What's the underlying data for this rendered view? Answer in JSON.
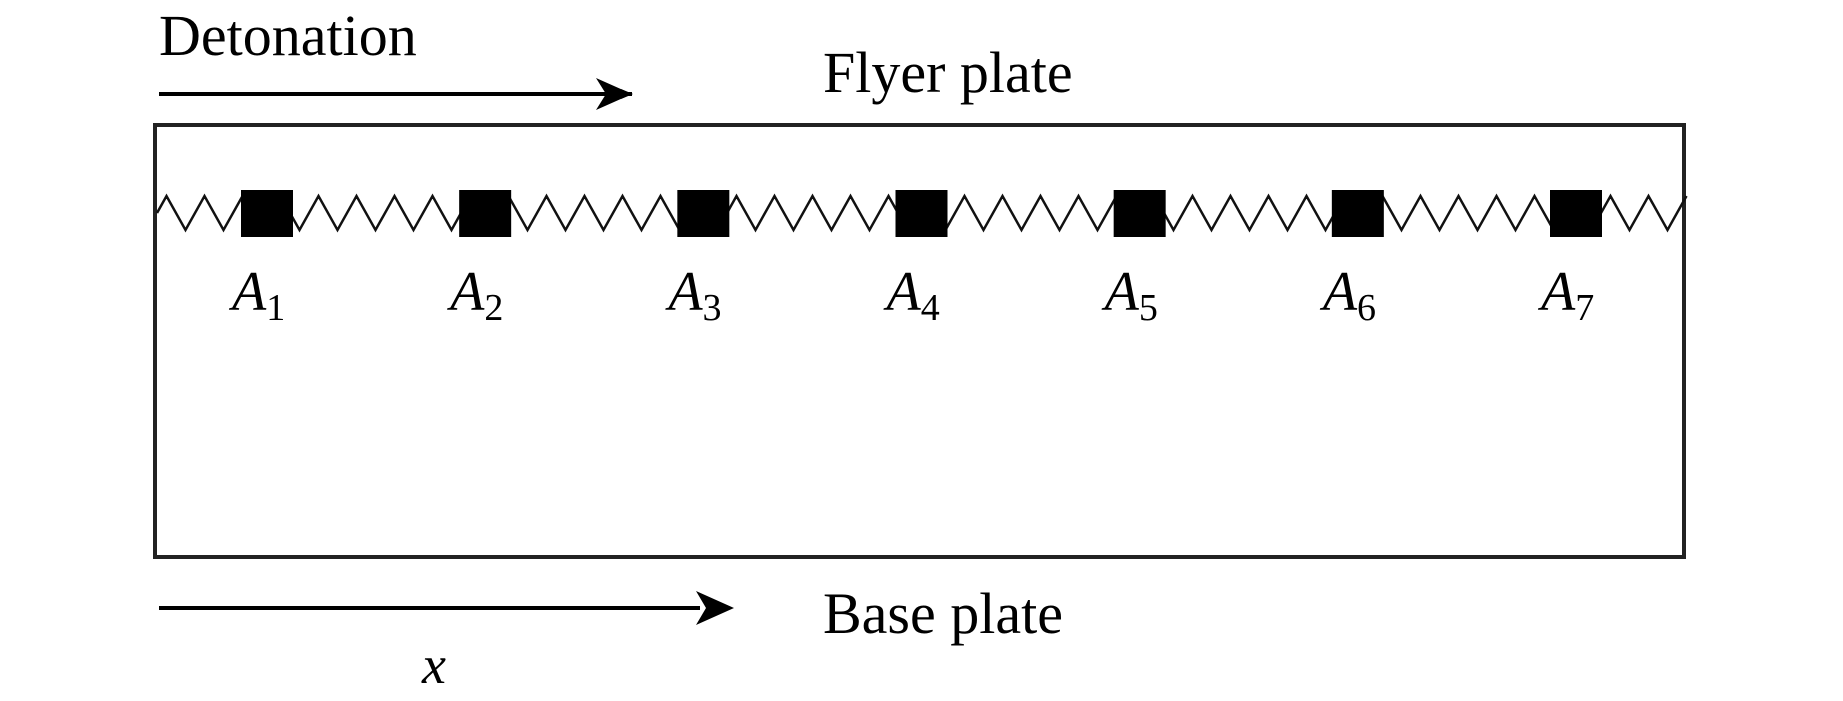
{
  "labels": {
    "detonation": "Detonation",
    "flyer_plate": "Flyer plate",
    "base_plate": "Base plate",
    "x_axis": "x"
  },
  "points": [
    {
      "letter": "A",
      "sub": "1"
    },
    {
      "letter": "A",
      "sub": "2"
    },
    {
      "letter": "A",
      "sub": "3"
    },
    {
      "letter": "A",
      "sub": "4"
    },
    {
      "letter": "A",
      "sub": "5"
    },
    {
      "letter": "A",
      "sub": "6"
    },
    {
      "letter": "A",
      "sub": "7"
    }
  ]
}
